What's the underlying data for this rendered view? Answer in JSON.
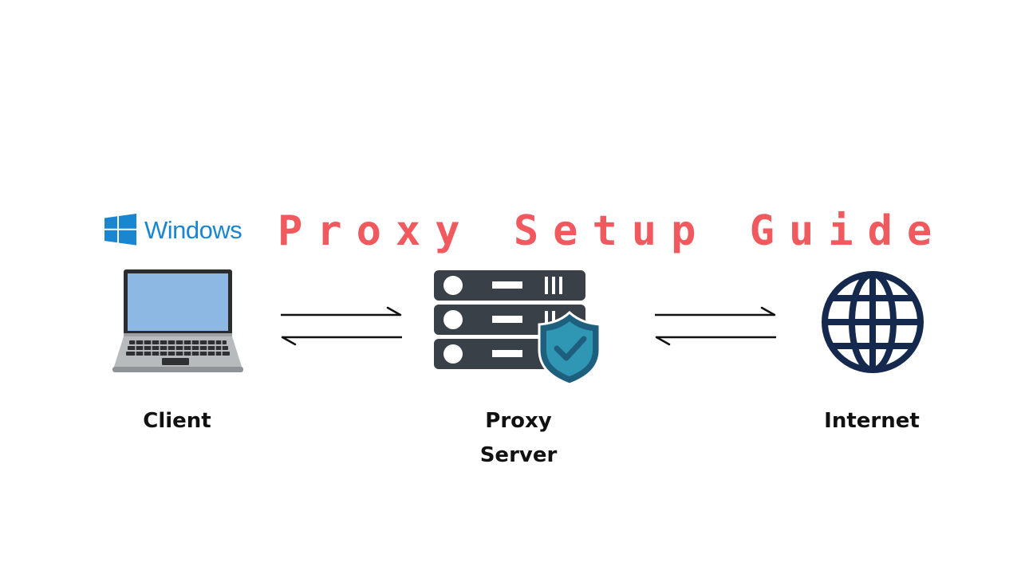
{
  "title": "Proxy Setup Guide",
  "brand": {
    "windows_label": "Windows",
    "windows_color": "#1a86d0"
  },
  "nodes": {
    "client": {
      "label": "Client",
      "icon": "laptop-icon"
    },
    "proxy": {
      "label_line1": "Proxy",
      "label_line2": "Server",
      "icon": "server-shield-icon"
    },
    "internet": {
      "label": "Internet",
      "icon": "globe-icon"
    }
  },
  "connections": [
    {
      "from": "client",
      "to": "proxy",
      "type": "bidirectional"
    },
    {
      "from": "proxy",
      "to": "internet",
      "type": "bidirectional"
    }
  ],
  "colors": {
    "title": "#f05a5f",
    "server": "#3a4047",
    "shield": "#1e5f7e",
    "shield_inner": "#2f96b4",
    "globe": "#14294d",
    "arrow": "#111111",
    "screen": "#8db8e3"
  }
}
